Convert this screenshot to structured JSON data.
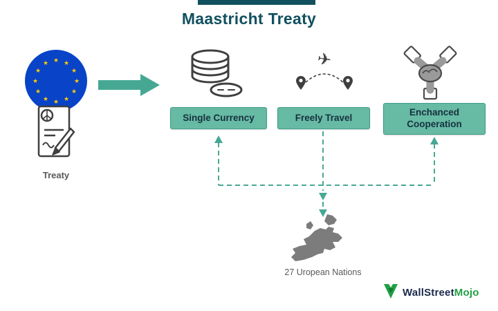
{
  "title": "Maastricht Treaty",
  "colors": {
    "teal": "#46a893",
    "box-fill": "#67baa4",
    "box-border": "#3f9d85",
    "title-color": "#11505f",
    "dark-text": "#16303f",
    "gray-text": "#595959",
    "icon-stroke": "#3f3f3f",
    "eu-blue": "#0843c8",
    "eu-star": "#ffcc00",
    "map-gray": "#7c7c7c",
    "logo-green": "#21a044",
    "logo-dark": "#1b2a4a"
  },
  "left": {
    "treaty_label": "Treaty"
  },
  "pillars": [
    {
      "label": "Single Currency",
      "icon": "coins-icon"
    },
    {
      "label": "Freely Travel",
      "icon": "airplane-route-icon"
    },
    {
      "label": "Enchanced Cooperation",
      "icon": "hands-together-icon"
    }
  ],
  "map": {
    "label": "27 Uropean Nations"
  },
  "logo": {
    "part1": "WallStreet",
    "part2": "Mojo"
  },
  "icons": {
    "flag": "eu-flag-icon",
    "treaty": "treaty-document-icon",
    "map": "europe-map-icon",
    "brand": "wallstreetmojo-logo-icon"
  }
}
